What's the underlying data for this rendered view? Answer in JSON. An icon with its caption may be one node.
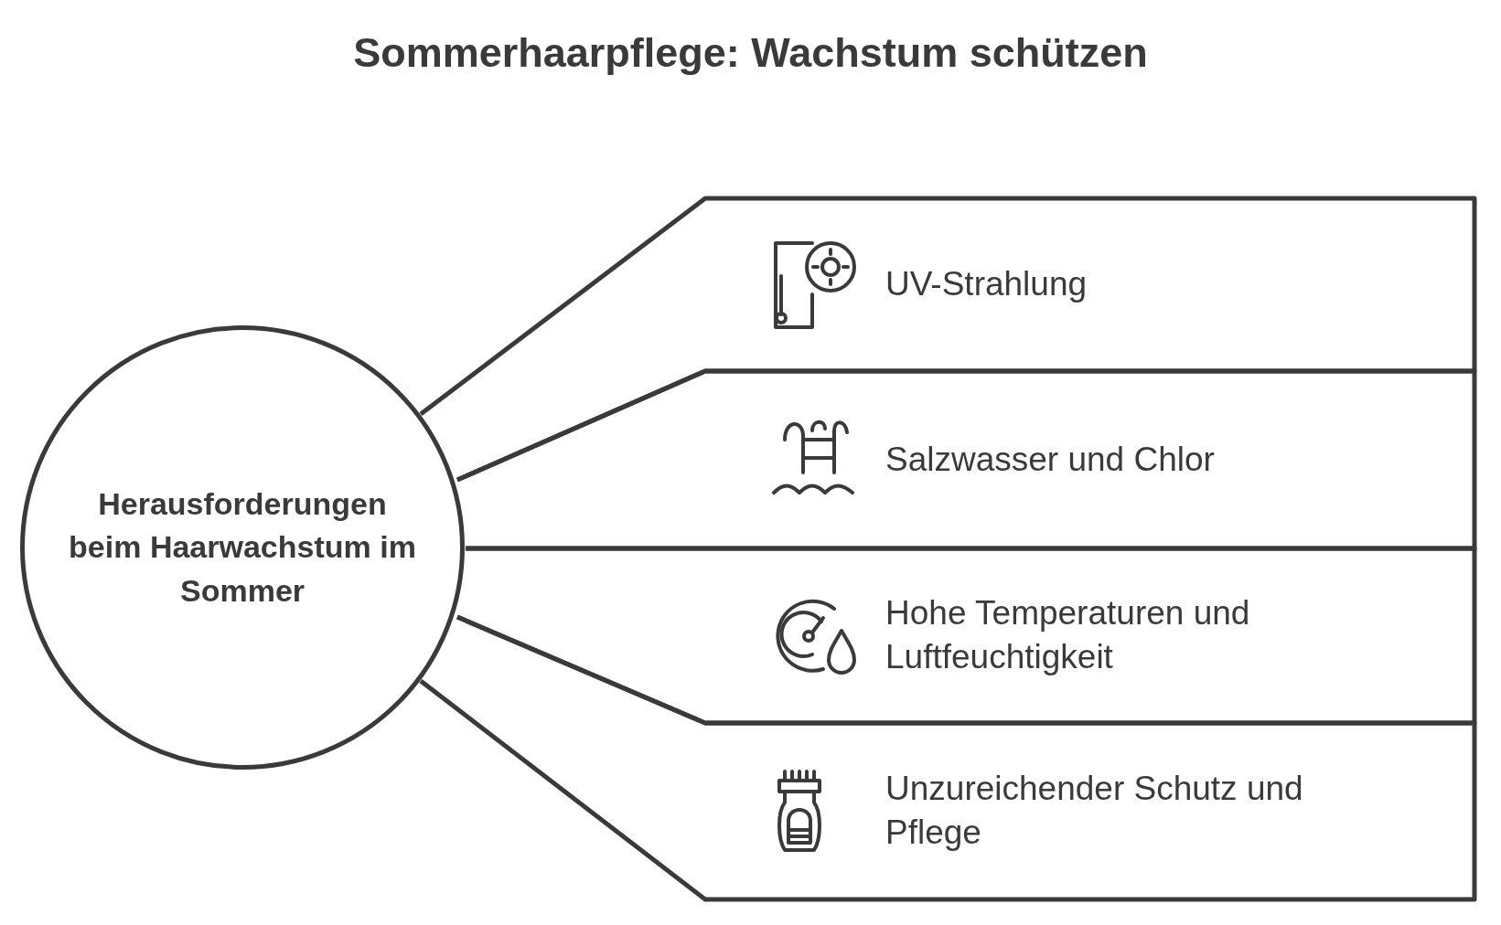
{
  "diagram": {
    "title": "Sommerhaarpflege: Wachstum schützen",
    "nodes": [
      {
        "text": [
          "Herausforderungen beim Haarwachstum im Sommer"
        ]
      },
      {
        "text": [
          "UV-Strahlung"
        ]
      },
      {
        "text": [
          "Salzwasser und Chlor"
        ]
      },
      {
        "text": [
          "Hohe Temperaturen und Luftfeuchtigkeit"
        ]
      },
      {
        "text": [
          "Unzureichender Schutz und Pflege"
        ]
      }
    ]
  }
}
